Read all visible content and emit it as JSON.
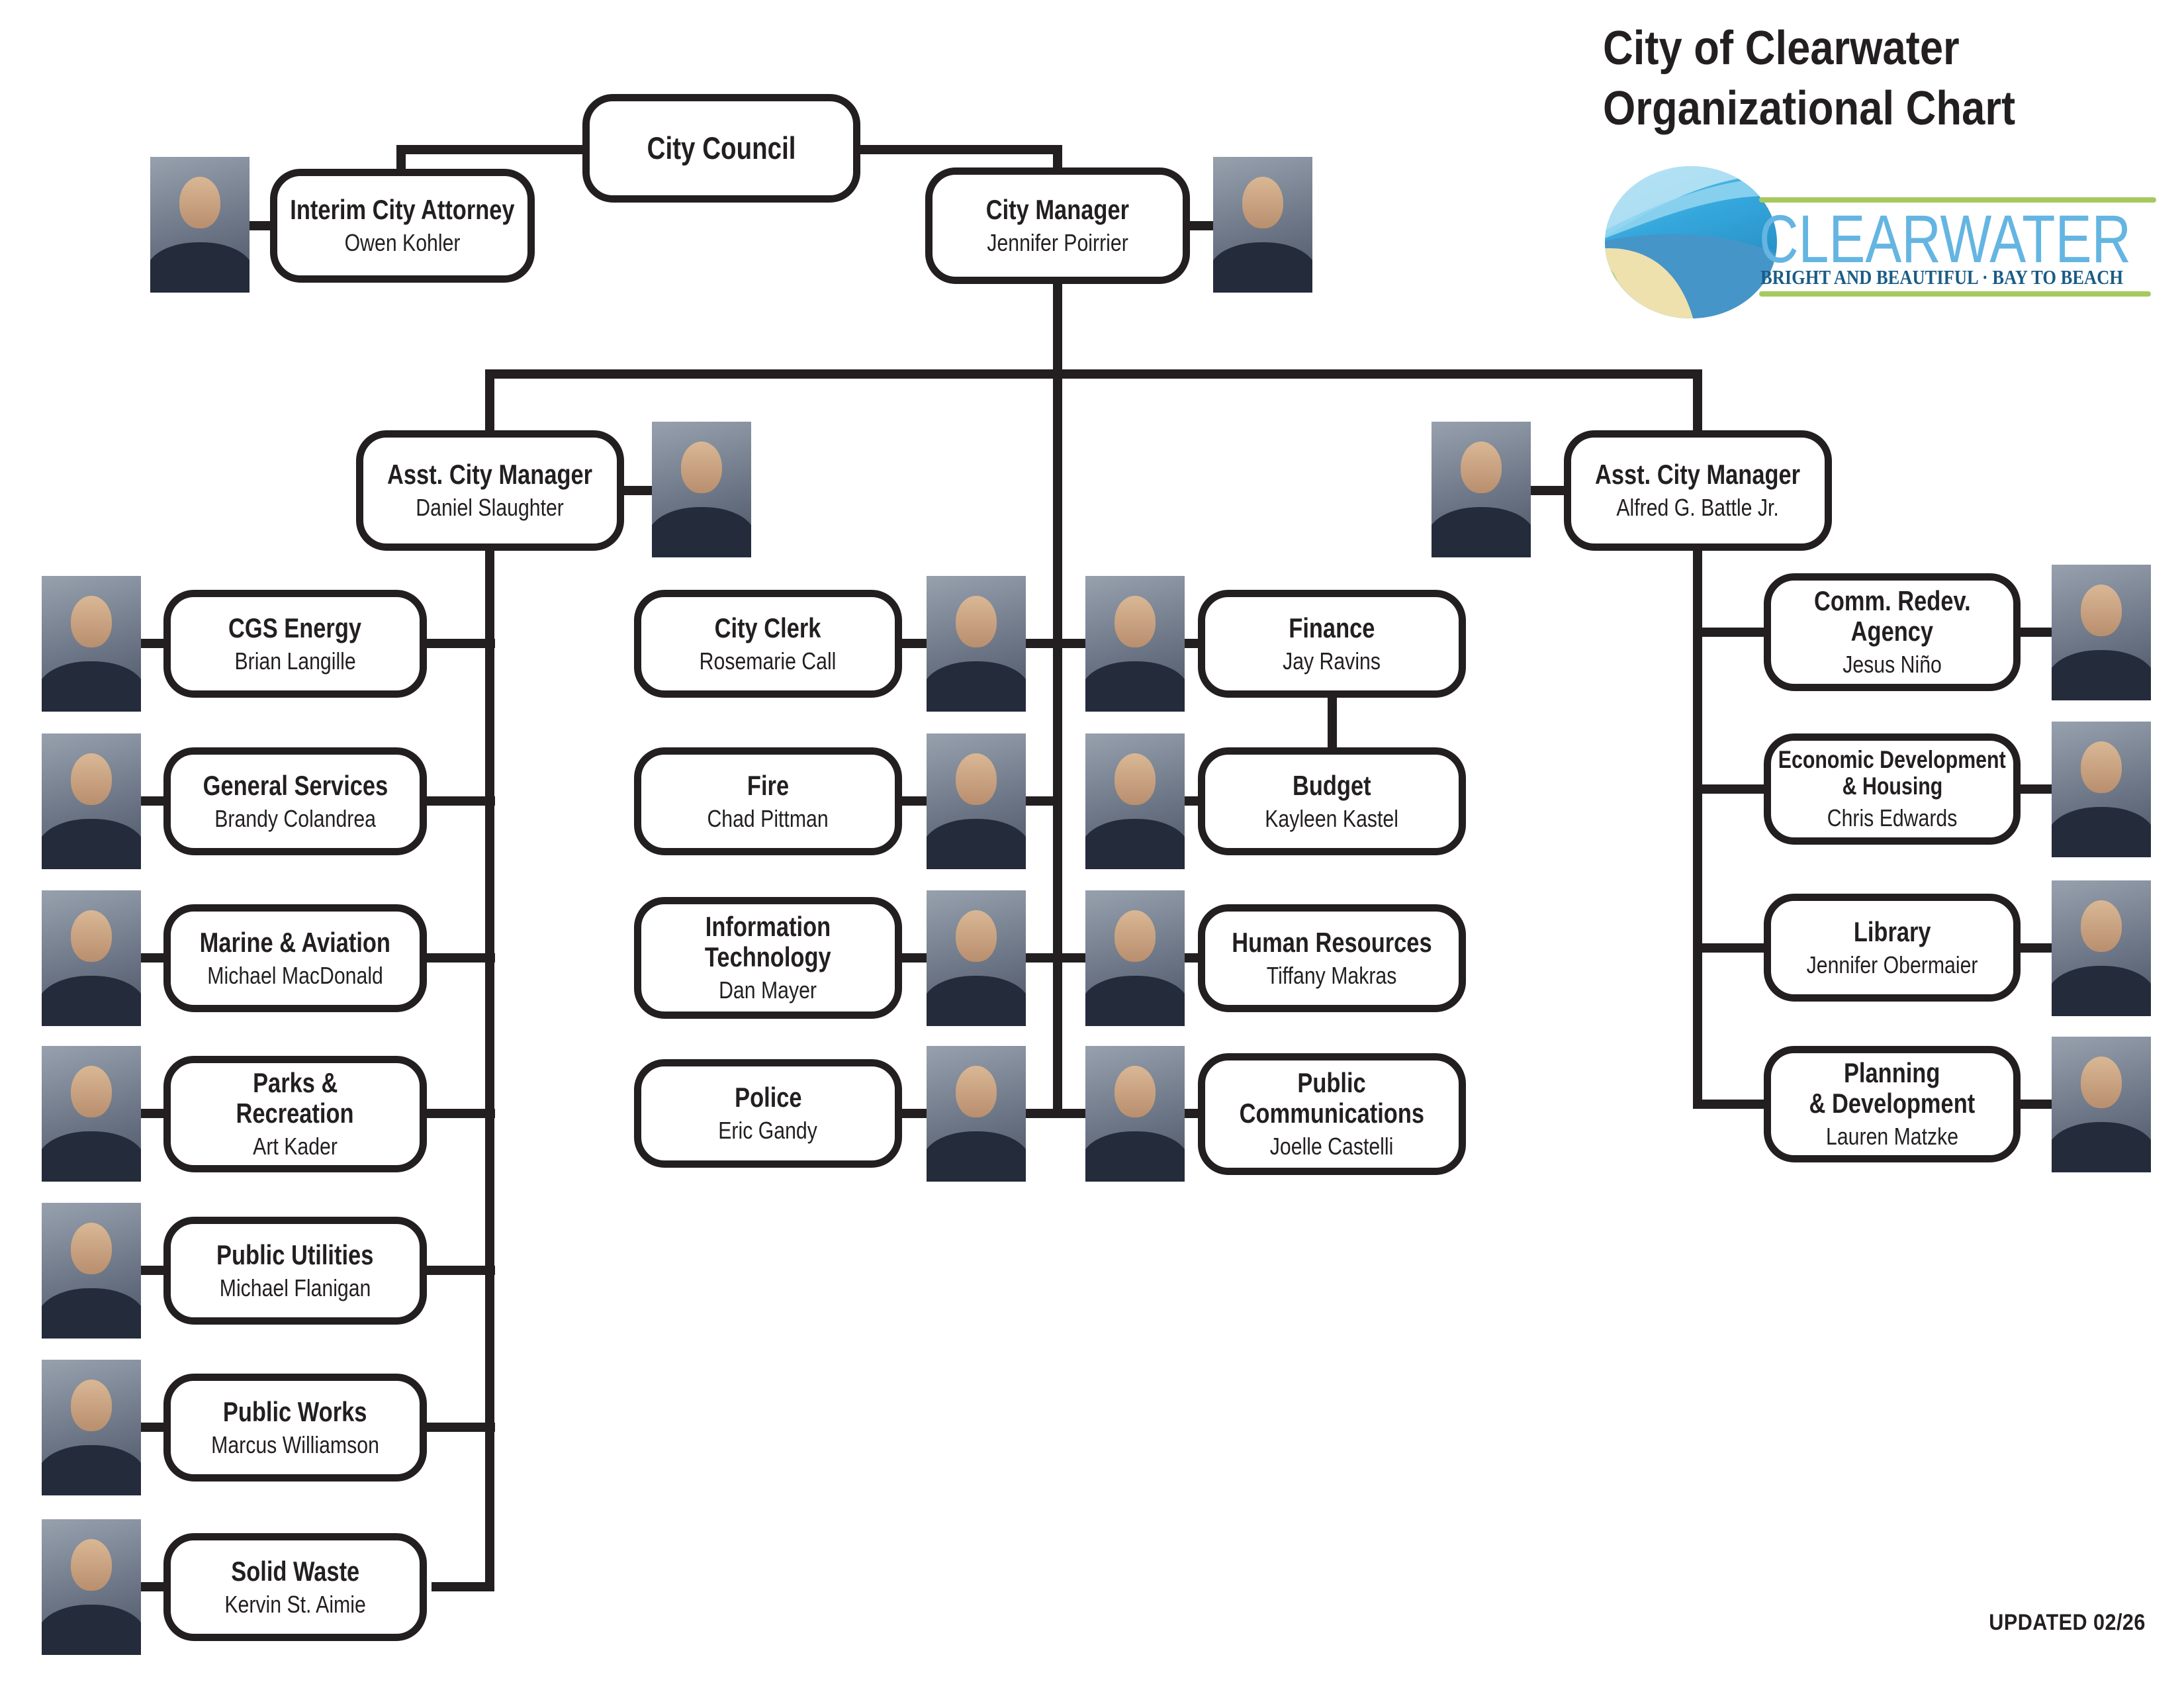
{
  "header": {
    "title_line1": "City of Clearwater",
    "title_line2": "Organizational Chart"
  },
  "logo": {
    "wordmark": "CLEARWATER",
    "tagline": "BRIGHT AND BEAUTIFUL · BAY TO BEACH"
  },
  "footer": {
    "updated": "UPDATED 02/26"
  },
  "colors": {
    "line": "#231f20",
    "wordmark_blue": "#64b5e2",
    "tagline_blue": "#1a5c86",
    "accent_green": "#a6c95f",
    "logo_sky": "#35a7dc",
    "logo_sea": "#4695c8",
    "logo_sand": "#eee1ad"
  },
  "nodes": {
    "city_council": {
      "title_lines": [
        "City Council"
      ]
    },
    "city_attorney": {
      "title_lines": [
        "Interim City Attorney"
      ],
      "name": "Owen Kohler"
    },
    "city_manager": {
      "title_lines": [
        "City Manager"
      ],
      "name": "Jennifer Poirrier"
    },
    "acm_left": {
      "title_lines": [
        "Asst. City Manager"
      ],
      "name": "Daniel Slaughter"
    },
    "acm_right": {
      "title_lines": [
        "Asst. City Manager"
      ],
      "name": "Alfred G. Battle Jr."
    }
  },
  "left_column": [
    {
      "title_lines": [
        "CGS Energy"
      ],
      "name": "Brian Langille"
    },
    {
      "title_lines": [
        "General Services"
      ],
      "name": "Brandy Colandrea"
    },
    {
      "title_lines": [
        "Marine & Aviation"
      ],
      "name": "Michael MacDonald"
    },
    {
      "title_lines": [
        "Parks &",
        "Recreation"
      ],
      "name": "Art Kader"
    },
    {
      "title_lines": [
        "Public Utilities"
      ],
      "name": "Michael Flanigan"
    },
    {
      "title_lines": [
        "Public Works"
      ],
      "name": "Marcus Williamson"
    },
    {
      "title_lines": [
        "Solid Waste"
      ],
      "name": "Kervin St. Aimie"
    }
  ],
  "mid_left_column": [
    {
      "title_lines": [
        "City Clerk"
      ],
      "name": "Rosemarie Call"
    },
    {
      "title_lines": [
        "Fire"
      ],
      "name": "Chad Pittman"
    },
    {
      "title_lines": [
        "Information",
        "Technology"
      ],
      "name": "Dan Mayer"
    },
    {
      "title_lines": [
        "Police"
      ],
      "name": "Eric Gandy"
    }
  ],
  "mid_right_column": [
    {
      "title_lines": [
        "Finance"
      ],
      "name": "Jay Ravins"
    },
    {
      "title_lines": [
        "Budget"
      ],
      "name": "Kayleen Kastel"
    },
    {
      "title_lines": [
        "Human Resources"
      ],
      "name": "Tiffany Makras"
    },
    {
      "title_lines": [
        "Public",
        "Communications"
      ],
      "name": "Joelle Castelli"
    }
  ],
  "right_column": [
    {
      "title_lines": [
        "Comm. Redev.",
        "Agency"
      ],
      "name": "Jesus Niño"
    },
    {
      "title_lines": [
        "Economic Development",
        "& Housing"
      ],
      "name": "Chris Edwards"
    },
    {
      "title_lines": [
        "Library"
      ],
      "name": "Jennifer Obermaier"
    },
    {
      "title_lines": [
        "Planning",
        "& Development"
      ],
      "name": "Lauren Matzke"
    }
  ]
}
